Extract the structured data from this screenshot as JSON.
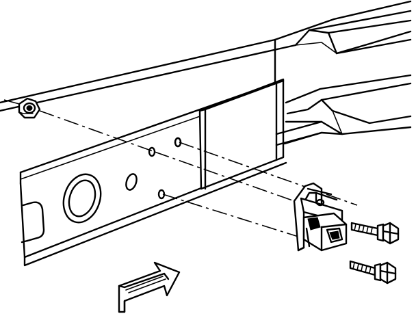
{
  "diagram": {
    "kind": "exploded-view line illustration",
    "parts": [
      "frame-rail",
      "crossmember",
      "nut",
      "bracket",
      "sensor",
      "bolt-upper",
      "bolt-lower",
      "direction-arrow"
    ],
    "colors": {
      "ink": "#000000",
      "background": "#ffffff"
    }
  }
}
